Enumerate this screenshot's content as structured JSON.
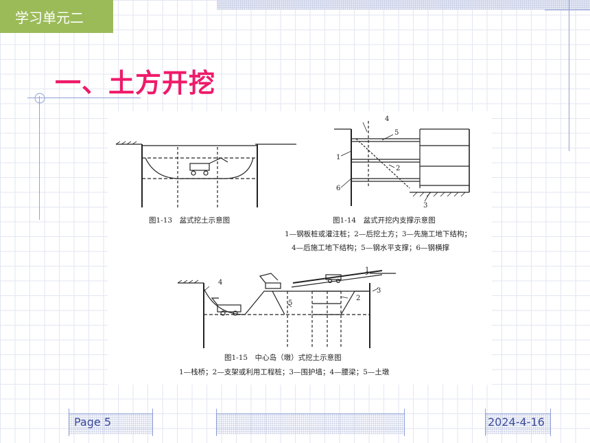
{
  "header": {
    "unit_label": "学习单元二"
  },
  "slide": {
    "title": "一、土方开挖"
  },
  "figure": {
    "fig13": {
      "caption": "图1-13　盆式挖土示意图"
    },
    "fig14": {
      "caption": "图1-14　盆式开挖内支撑示意图",
      "legend_line1": "1—钢板桩或灌注桩；2—后挖土方；3—先施工地下结构；",
      "legend_line2": "4—后施工地下结构；5—钢水平支撑；6—钢横撑",
      "labels": [
        "1",
        "2",
        "3",
        "4",
        "5",
        "6"
      ]
    },
    "fig15": {
      "caption": "图1-15　中心岛（墩）式挖土示意图",
      "legend": "1—栈桥；2—支架或利用工程桩；3—围护墙；4—腰梁；5—土墩",
      "labels": [
        "1",
        "2",
        "3",
        "4",
        "5"
      ]
    }
  },
  "footer": {
    "page": "Page 5",
    "date": "2024-4-16"
  },
  "colors": {
    "accent_green": "#9bbb59",
    "title_pink": "#ee1a6a",
    "line_blue": "#8fa0d6"
  }
}
